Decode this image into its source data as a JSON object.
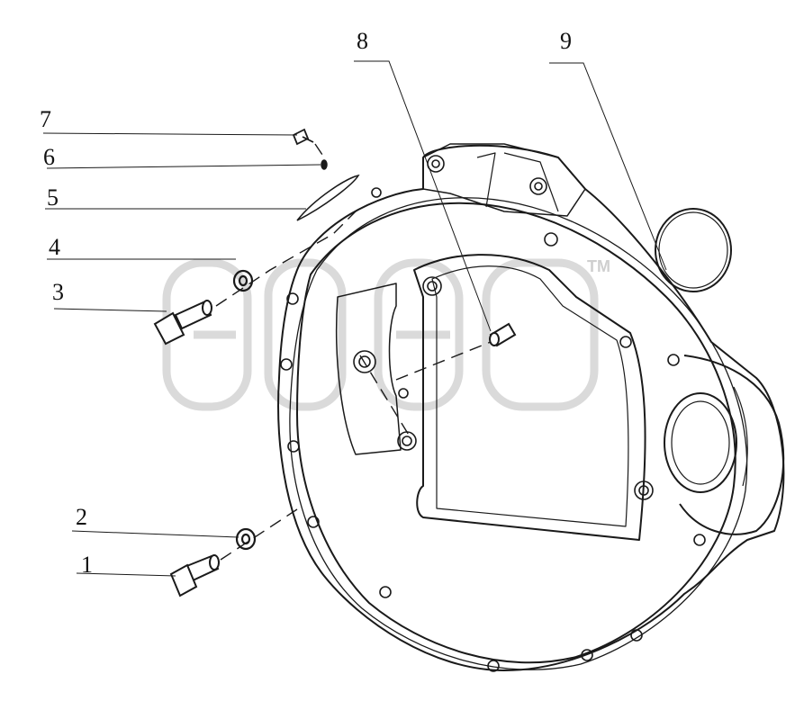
{
  "watermark": {
    "brand": "ЭЛЕР",
    "tm": "TM"
  },
  "callouts": [
    {
      "id": "1",
      "label": "1"
    },
    {
      "id": "2",
      "label": "2"
    },
    {
      "id": "3",
      "label": "3"
    },
    {
      "id": "4",
      "label": "4"
    },
    {
      "id": "5",
      "label": "5"
    },
    {
      "id": "6",
      "label": "6"
    },
    {
      "id": "7",
      "label": "7"
    },
    {
      "id": "8",
      "label": "8"
    },
    {
      "id": "9",
      "label": "9"
    }
  ]
}
